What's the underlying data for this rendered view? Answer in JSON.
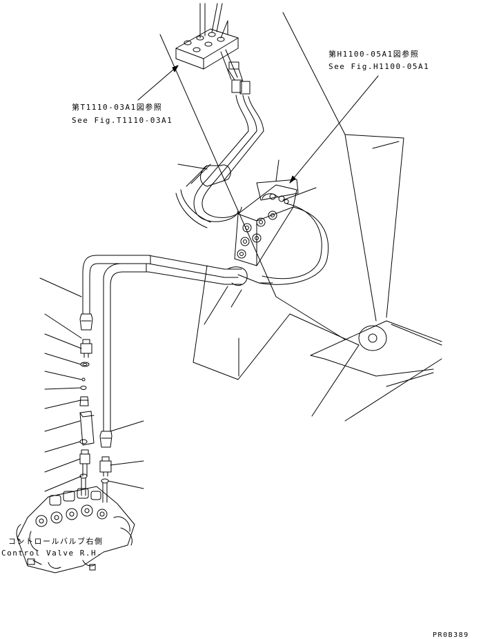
{
  "references": {
    "ref_h1100": {
      "jp": "第H1100-05A1図参照",
      "en": "See Fig.H1100-05A1"
    },
    "ref_t1110": {
      "jp": "第T1110-03A1図参照",
      "en": "See Fig.T1110-03A1"
    }
  },
  "control_valve": {
    "jp": "コントロールバルブ右側",
    "en": "Control Valve R.H."
  },
  "drawing_code": "PR0B389"
}
